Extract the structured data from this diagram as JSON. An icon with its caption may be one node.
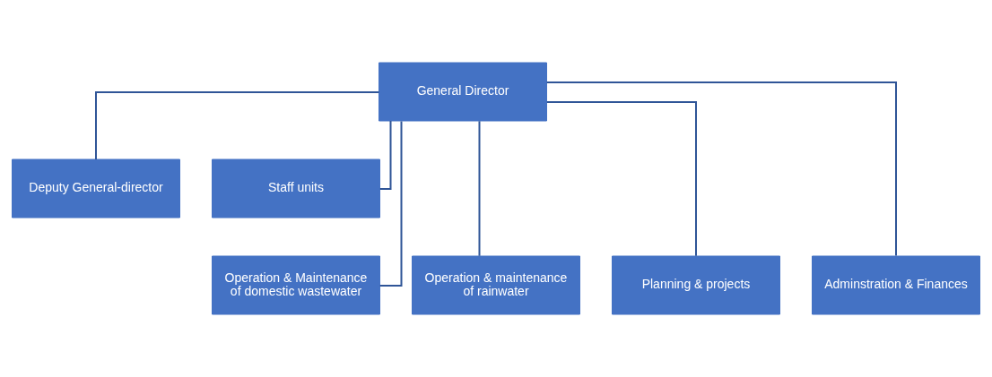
{
  "diagram": {
    "nodes": [
      {
        "text": [
          "General Director"
        ]
      },
      {
        "text": [
          "Deputy General-director"
        ]
      },
      {
        "text": [
          "Staff units"
        ]
      },
      {
        "text": [
          "Operation & Maintenance of domestic wastewater"
        ]
      },
      {
        "text": [
          "Operation & maintenance of rainwater"
        ]
      },
      {
        "text": [
          "Planning & projects"
        ]
      },
      {
        "text": [
          "Adminstration & Finances"
        ]
      }
    ],
    "edges": [
      {
        "from": 0,
        "to": 1,
        "arrow": "none"
      },
      {
        "from": 0,
        "to": 2,
        "arrow": "none"
      },
      {
        "from": 0,
        "to": 3,
        "arrow": "none"
      },
      {
        "from": 0,
        "to": 4,
        "arrow": "none"
      },
      {
        "from": 0,
        "to": 5,
        "arrow": "none"
      },
      {
        "from": 0,
        "to": 6,
        "arrow": "none"
      }
    ]
  }
}
